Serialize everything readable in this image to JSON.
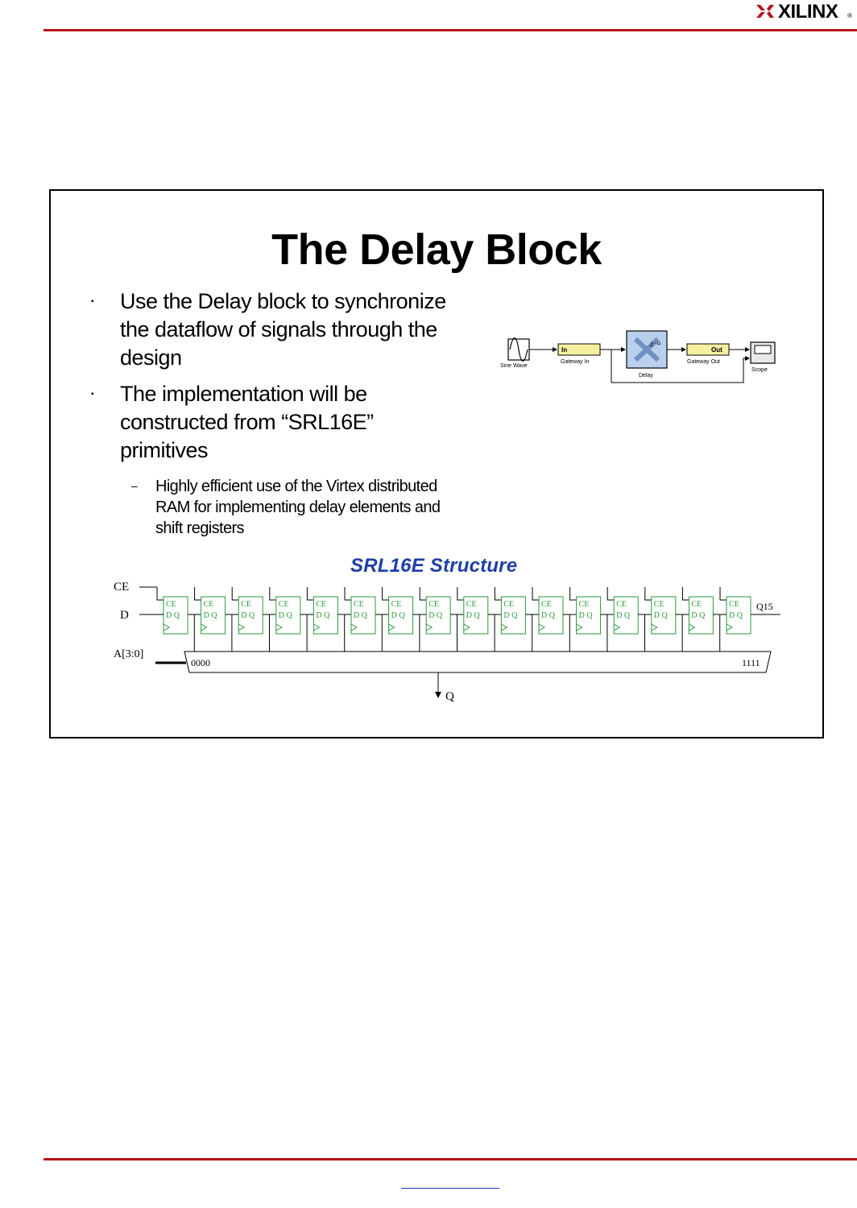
{
  "header": {
    "logo_text": "XILINX",
    "logo_reg": "®"
  },
  "slide": {
    "title": "The Delay Block",
    "bullets": [
      "Use the Delay block to synchronize the dataflow of signals through the design",
      "The implementation will be constructed from “SRL16E” primitives"
    ],
    "sub_bullet": "Highly efficient use of the Virtex distributed RAM for implementing delay elements and shift registers"
  },
  "sim_diagram": {
    "sine_label": "Sine Wave",
    "gateway_in_text": "In",
    "gateway_in_label": "Gateway In",
    "delay_text": "z⁻¹²",
    "delay_label": "Delay",
    "gateway_out_text": "Out",
    "gateway_out_label": "Gateway Out",
    "scope_label": "Scope"
  },
  "srl": {
    "title": "SRL16E Structure",
    "ce_label": "CE",
    "d_label": "D",
    "addr_label": "A[3:0]",
    "q15_label": "Q15",
    "mux_low": "0000",
    "mux_high": "1111",
    "q_label": "Q",
    "ff_ce": "CE",
    "ff_dq": "D Q",
    "ff_count": 16
  }
}
